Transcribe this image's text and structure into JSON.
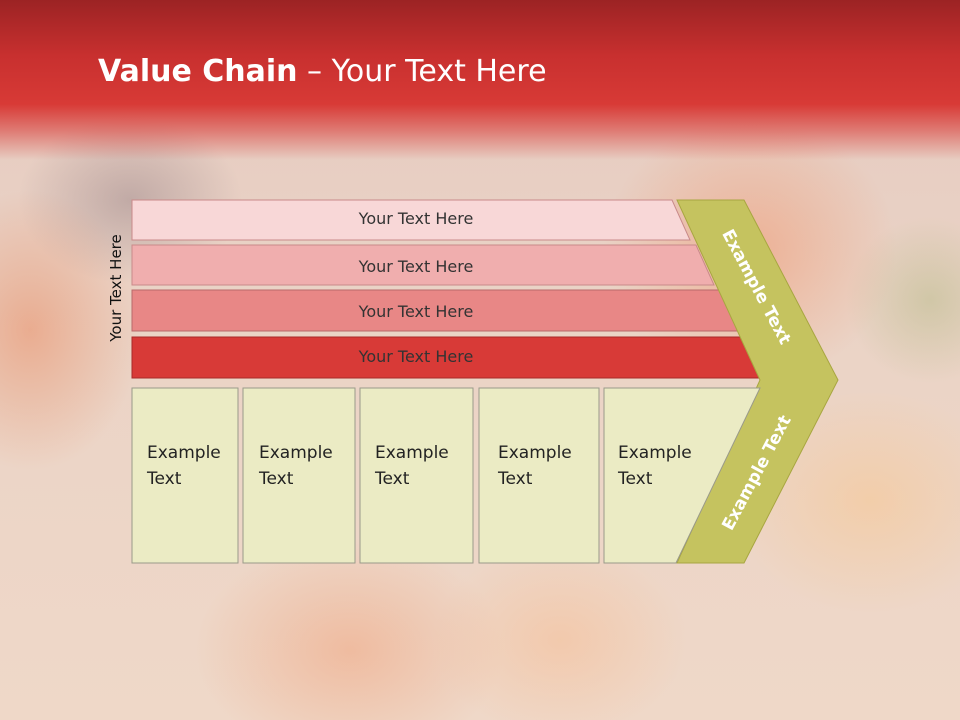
{
  "slide": {
    "title_bold": "Value Chain",
    "title_rest": " – Your Text Here",
    "side_label": "Your Text Here",
    "rows": [
      "Your Text Here",
      "Your Text Here",
      "Your Text Here",
      "Your Text Here"
    ],
    "boxes": [
      {
        "line1": "Example",
        "line2": "Text"
      },
      {
        "line1": "Example",
        "line2": "Text"
      },
      {
        "line1": "Example",
        "line2": "Text"
      },
      {
        "line1": "Example",
        "line2": "Text"
      },
      {
        "line1": "Example",
        "line2": "Text"
      }
    ],
    "chevron_top": "Example Text",
    "chevron_bottom": "Example Text"
  },
  "colors": {
    "row1": "#f8d7d7",
    "row2": "#f0aeae",
    "row3": "#e88786",
    "row4": "#d83a37",
    "box": "#ebebc4",
    "chevron": "#c5c35f",
    "title_bar": "#d0322f"
  }
}
